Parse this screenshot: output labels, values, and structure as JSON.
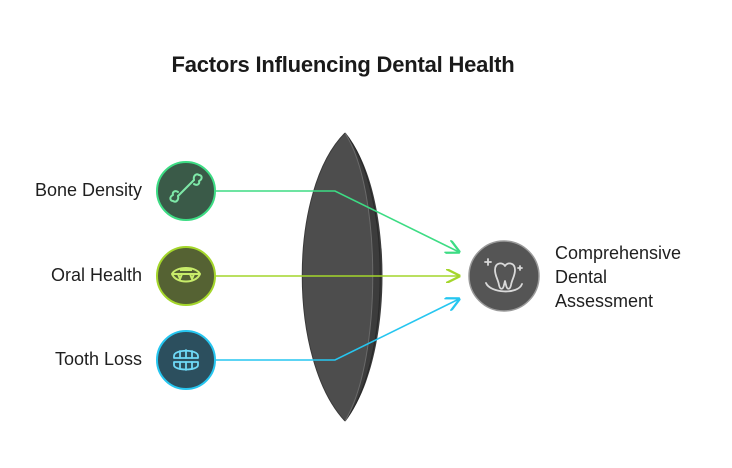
{
  "title": "Factors Influencing Dental Health",
  "inputs": [
    {
      "label": "Bone Density",
      "icon": "bone-icon",
      "color": "#3ddc84",
      "fill": "#3a5a48"
    },
    {
      "label": "Oral Health",
      "icon": "mouth-icon",
      "color": "#a4d62b",
      "fill": "#556233"
    },
    {
      "label": "Tooth Loss",
      "icon": "dentures-icon",
      "color": "#26c6f0",
      "fill": "#2c4f5e"
    }
  ],
  "output": {
    "lines": [
      "Comprehensive",
      "Dental",
      "Assessment"
    ],
    "icon": "tooth-icon",
    "fill": "#555555"
  },
  "lens_color": "#4d4d4d"
}
